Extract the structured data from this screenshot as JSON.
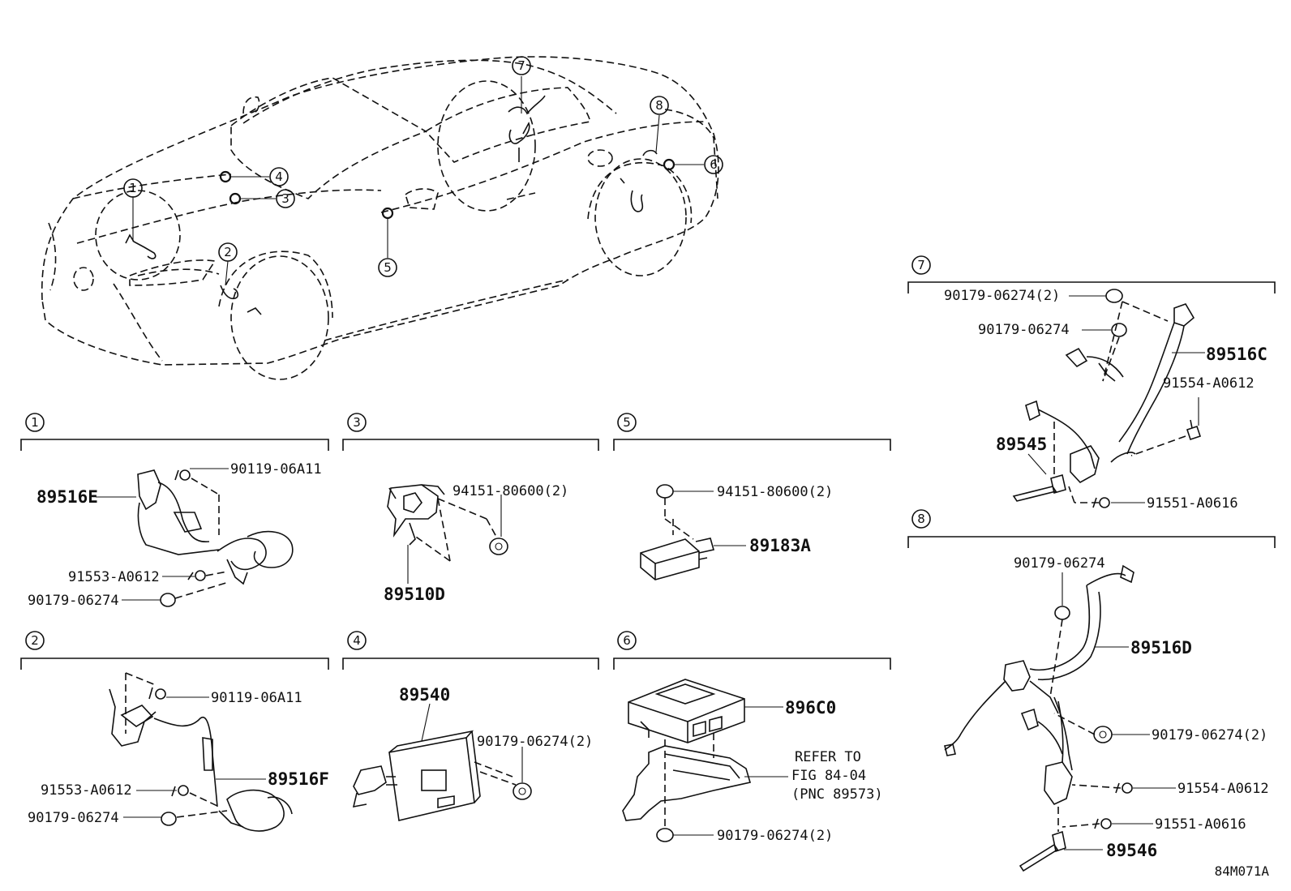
{
  "callouts": [
    "1",
    "2",
    "3",
    "4",
    "5",
    "6",
    "7",
    "8"
  ],
  "parts": {
    "s1_clip": "90119-06A11",
    "s1_harness": "89516E",
    "s1_bolt": "91553-A0612",
    "s1_nut": "90179-06274",
    "s2_clip": "90119-06A11",
    "s2_bolt": "91553-A0612",
    "s2_harness": "89516F",
    "s2_nut": "90179-06274",
    "s3_nut": "94151-80600(2)",
    "s3_sensor": "89510D",
    "s4_ecu": "89540",
    "s4_nut": "90179-06274(2)",
    "s5_nut": "94151-80600(2)",
    "s5_sensor": "89183A",
    "s6_ecu": "896C0",
    "s6_refer_1": "REFER TO",
    "s6_refer_2": "FIG 84-04",
    "s6_refer_3": "(PNC 89573)",
    "s6_nut": "90179-06274(2)",
    "s7_nut_a": "90179-06274(2)",
    "s7_nut_b": "90179-06274",
    "s7_harness": "89516C",
    "s7_bolt_a": "91554-A0612",
    "s7_sensor": "89545",
    "s7_bolt_b": "91551-A0616",
    "s8_nut_a": "90179-06274",
    "s8_harness": "89516D",
    "s8_nut_b": "90179-06274(2)",
    "s8_bolt_a": "91554-A0612",
    "s8_bolt_b": "91551-A0616",
    "s8_sensor": "89546"
  },
  "figure_code": "84M071A"
}
